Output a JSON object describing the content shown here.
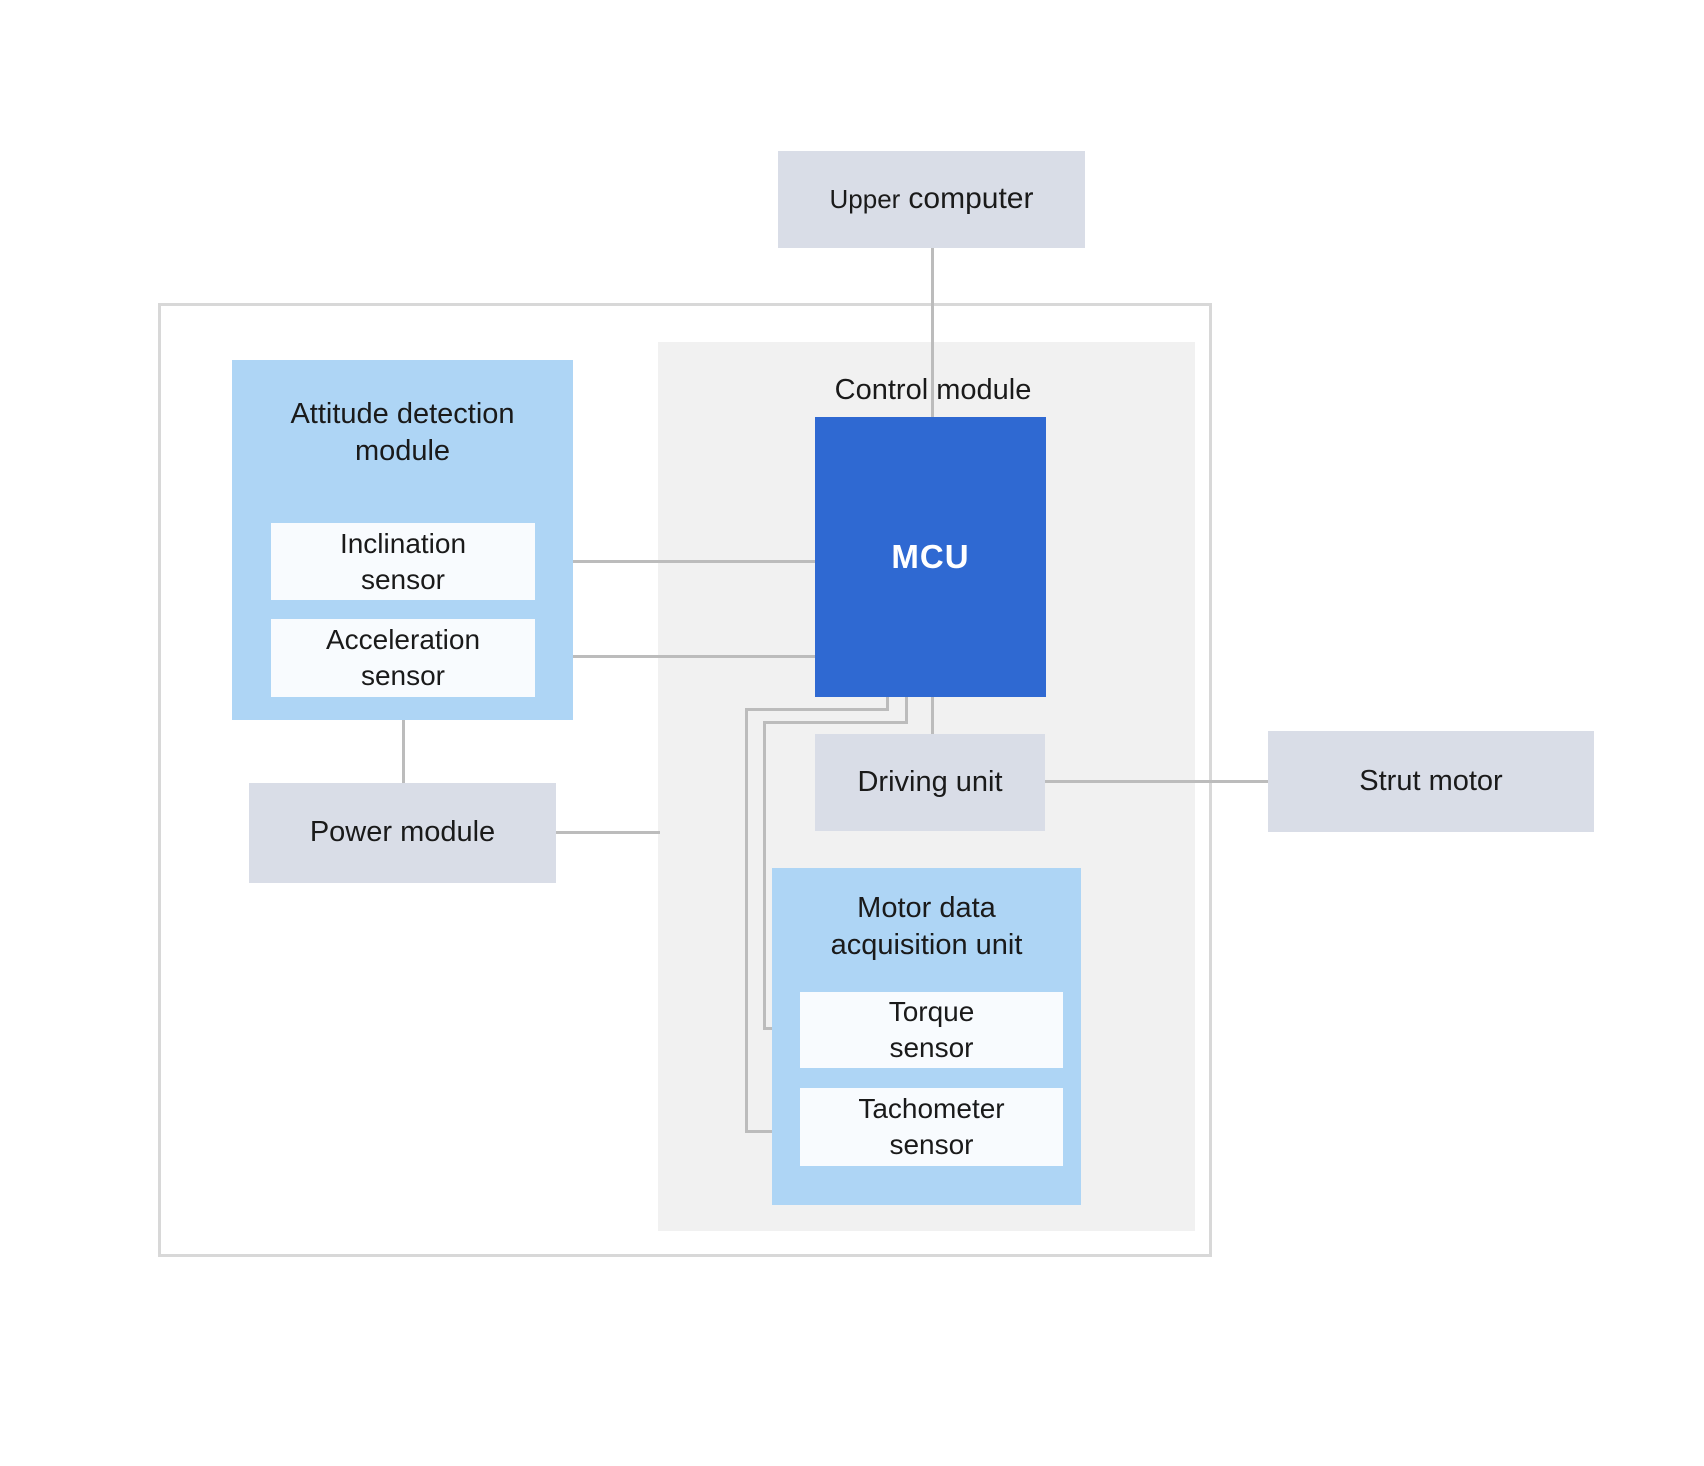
{
  "nodes": {
    "upper_computer": {
      "prefix": "Upper",
      "suffix": "computer"
    },
    "control_module": {
      "label": "Control module"
    },
    "mcu": {
      "label": "MCU"
    },
    "attitude_module": {
      "label": "Attitude detection\nmodule"
    },
    "inclination_sensor": {
      "label": "Inclination\nsensor"
    },
    "acceleration_sensor": {
      "label": "Acceleration\nsensor"
    },
    "power_module": {
      "label": "Power module"
    },
    "driving_unit": {
      "label": "Driving unit"
    },
    "strut_motor": {
      "label": "Strut motor"
    },
    "motor_data_unit": {
      "label": "Motor data\nacquisition unit"
    },
    "torque_sensor": {
      "label": "Torque\nsensor"
    },
    "tachometer_sensor": {
      "label": "Tachometer\nsensor"
    }
  },
  "colors": {
    "mcu_fill": "#2f69d2",
    "mcu_text": "#ffffff",
    "module_fill_light_blue": "#aed5f5",
    "box_fill_gray_blue": "#d9dde7",
    "sensor_fill": "#f8fbfe",
    "panel_fill": "#f1f1f1",
    "connector_line": "#bcbcbc",
    "frame_border": "#d8d8d8",
    "text": "#1a1a1a"
  }
}
